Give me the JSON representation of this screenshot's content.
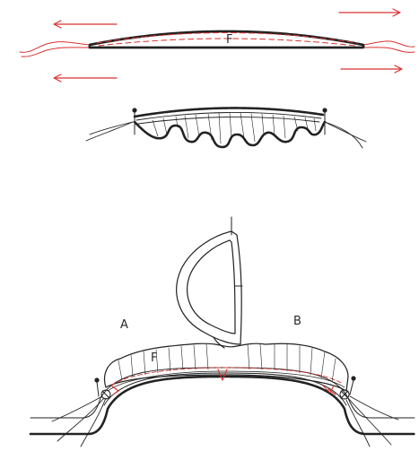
{
  "labels": {
    "fabric_top": "F",
    "side_a": "A",
    "side_b": "B",
    "fabric_bottom": "F"
  },
  "colors": {
    "stitch": "#222222",
    "accent": "#d8312f",
    "background": "#ffffff"
  },
  "icons": {
    "arrow": "arrow-icon",
    "pin": "pin-icon"
  }
}
